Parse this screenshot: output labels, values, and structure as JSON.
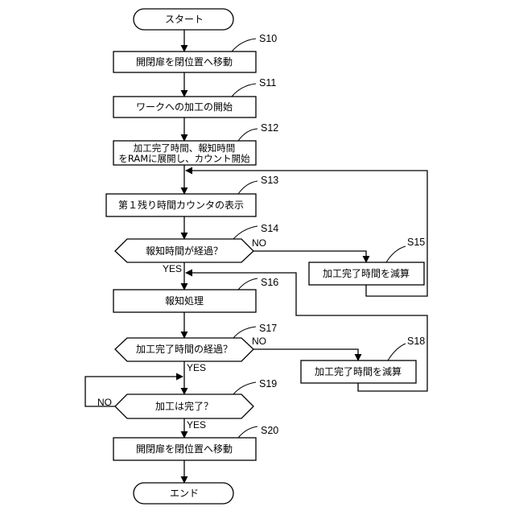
{
  "nodes": {
    "start": "スタート",
    "s10": "開閉扉を閉位置へ移動",
    "s11": "ワークへの加工の開始",
    "s12_line1": "加工完了時間、報知時間",
    "s12_line2": "をRAMに展開し、カウント開始",
    "s13": "第１残り時間カウンタの表示",
    "s14": "報知時間が経過？",
    "s15": "加工完了時間を減算",
    "s16": "報知処理",
    "s17": "加工完了時間の経過？",
    "s18": "加工完了時間を減算",
    "s19": "加工は完了？",
    "s20": "開閉扉を閉位置へ移動",
    "end": "エンド"
  },
  "step_labels": {
    "s10": "S10",
    "s11": "S11",
    "s12": "S12",
    "s13": "S13",
    "s14": "S14",
    "s15": "S15",
    "s16": "S16",
    "s17": "S17",
    "s18": "S18",
    "s19": "S19",
    "s20": "S20"
  },
  "branch_labels": {
    "yes": "YES",
    "no": "NO"
  }
}
